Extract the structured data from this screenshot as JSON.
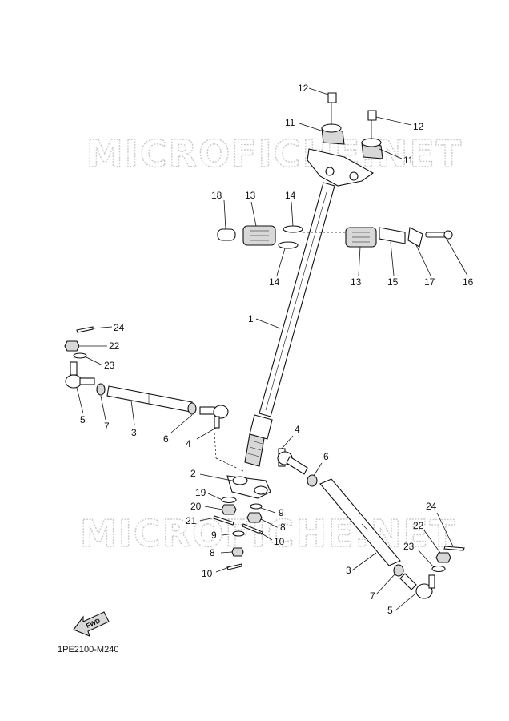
{
  "watermarks": [
    "MICROFICHE.NET",
    "MICROFICHE.NET"
  ],
  "drawing_code": "1PE2100-M240",
  "fwd_label": "FWD",
  "callouts": [
    {
      "id": "c12a",
      "label": "12"
    },
    {
      "id": "c12b",
      "label": "12"
    },
    {
      "id": "c11a",
      "label": "11"
    },
    {
      "id": "c11b",
      "label": "11"
    },
    {
      "id": "c18",
      "label": "18"
    },
    {
      "id": "c13a",
      "label": "13"
    },
    {
      "id": "c14a",
      "label": "14"
    },
    {
      "id": "c14b",
      "label": "14"
    },
    {
      "id": "c13b",
      "label": "13"
    },
    {
      "id": "c15",
      "label": "15"
    },
    {
      "id": "c17",
      "label": "17"
    },
    {
      "id": "c16",
      "label": "16"
    },
    {
      "id": "c1",
      "label": "1"
    },
    {
      "id": "c24a",
      "label": "24"
    },
    {
      "id": "c22a",
      "label": "22"
    },
    {
      "id": "c23a",
      "label": "23"
    },
    {
      "id": "c5a",
      "label": "5"
    },
    {
      "id": "c7a",
      "label": "7"
    },
    {
      "id": "c3a",
      "label": "3"
    },
    {
      "id": "c6a",
      "label": "6"
    },
    {
      "id": "c4a",
      "label": "4"
    },
    {
      "id": "c4b",
      "label": "4"
    },
    {
      "id": "c6b",
      "label": "6"
    },
    {
      "id": "c2",
      "label": "2"
    },
    {
      "id": "c19",
      "label": "19"
    },
    {
      "id": "c20",
      "label": "20"
    },
    {
      "id": "c21",
      "label": "21"
    },
    {
      "id": "c9a",
      "label": "9"
    },
    {
      "id": "c8a",
      "label": "8"
    },
    {
      "id": "c10a",
      "label": "10"
    },
    {
      "id": "c9b",
      "label": "9"
    },
    {
      "id": "c8b",
      "label": "8"
    },
    {
      "id": "c10b",
      "label": "10"
    },
    {
      "id": "c24b",
      "label": "24"
    },
    {
      "id": "c22b",
      "label": "22"
    },
    {
      "id": "c23b",
      "label": "23"
    },
    {
      "id": "c3b",
      "label": "3"
    },
    {
      "id": "c7b",
      "label": "7"
    },
    {
      "id": "c5b",
      "label": "5"
    }
  ]
}
